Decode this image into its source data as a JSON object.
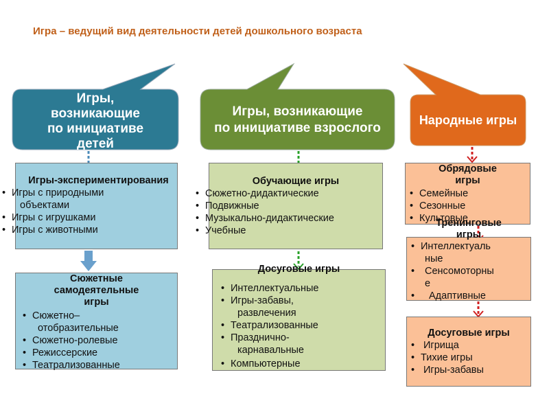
{
  "title": "Игра – ведущий вид деятельности детей дошкольного возраста",
  "colors": {
    "title": "#c0601a",
    "header1": "#2c7a93",
    "header2": "#6b8e36",
    "header3": "#e0691c",
    "box1": "#9fcfdf",
    "box2": "#cfdcaa",
    "box3": "#fbc097",
    "arrow1": "#4a8ab8",
    "arrow2": "#28a028",
    "arrow3": "#d02020"
  },
  "col1": {
    "header": [
      "Игры,",
      "возникающие",
      "по инициативе",
      "детей"
    ],
    "box1_title": "Игры-экспериментирования",
    "box1_items": [
      "Игры с природными",
      "объектами",
      "Игры с игрушками",
      "Игры с животными"
    ],
    "box2_title": [
      "Сюжетные",
      "самодеятельные",
      "игры"
    ],
    "box2_items": [
      "Сюжетно–",
      "отобразительные",
      "Сюжетно-ролевые",
      "Режиссерские",
      "Театрализованные"
    ]
  },
  "col2": {
    "header": [
      "Игры, возникающие",
      "по инициативе взрослого"
    ],
    "box1_title": "Обучающие игры",
    "box1_items": [
      "Сюжетно-дидактические",
      "Подвижные",
      "Музыкально-дидактические",
      "Учебные"
    ],
    "box2_title": "Досуговые игры",
    "box2_items": [
      "Интеллектуальные",
      "Игры-забавы,",
      "развлечения",
      "Театрализованные",
      "Празднично-",
      "карнавальные",
      "Компьютерные"
    ]
  },
  "col3": {
    "header": "Народные игры",
    "box1_title": [
      "Обрядовые",
      "игры"
    ],
    "box1_items": [
      "Семейные",
      "Сезонные",
      "Культовые"
    ],
    "box2_title": [
      "Тренинговые",
      "игры"
    ],
    "box2_items": [
      "Интеллектуаль",
      "ные",
      "",
      "Сенсомоторны",
      "е",
      "Адаптивные"
    ],
    "box3_title": "Досуговые игры",
    "box3_items": [
      "Игрища",
      "Тихие игры",
      "Игры-забавы"
    ]
  }
}
